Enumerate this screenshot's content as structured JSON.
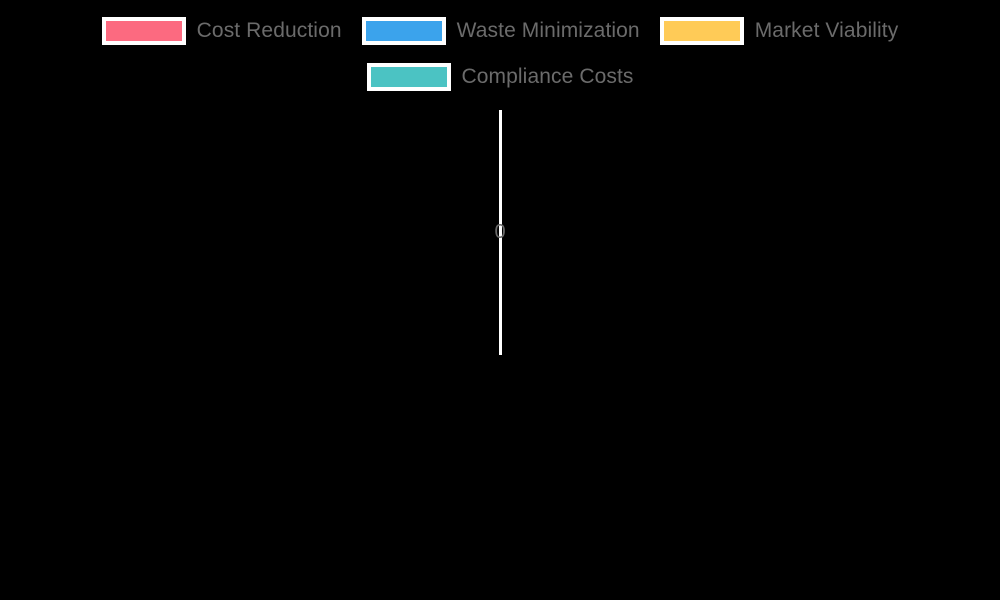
{
  "chart_data": {
    "type": "bar",
    "orientation": "horizontal-diverging",
    "title": "",
    "subtitle": "",
    "xlabel": "",
    "ylabel": "",
    "categories": [],
    "series": [
      {
        "name": "Cost Reduction",
        "color": "#fc6a80",
        "values": []
      },
      {
        "name": "Waste Minimization",
        "color": "#3ba3ec",
        "values": []
      },
      {
        "name": "Market Viability",
        "color": "#ffcb57",
        "values": []
      },
      {
        "name": "Compliance Costs",
        "color": "#4bc3c3",
        "values": []
      }
    ],
    "x_tick_labels": [
      "0"
    ],
    "y_tick_labels": [],
    "xlim": [
      0,
      0
    ],
    "grid": false,
    "legend_position": "top",
    "background": "#000000",
    "axis_line_color": "#ffffff",
    "tick_label_color": "#6b6b6b",
    "notes": "All series render with zero-length bars; only the legend and the zero baseline axis are visible."
  },
  "legend": {
    "rows": [
      {
        "items": [
          {
            "label": "Cost Reduction",
            "color": "#fc6a80",
            "swatch_border": "#ffffff"
          },
          {
            "label": "Waste Minimization",
            "color": "#3ba3ec",
            "swatch_border": "#ffffff"
          },
          {
            "label": "Market Viability",
            "color": "#ffcb57",
            "swatch_border": "#ffffff"
          }
        ]
      },
      {
        "items": [
          {
            "label": "Compliance Costs",
            "color": "#4bc3c3",
            "swatch_border": "#ffffff"
          }
        ]
      }
    ]
  },
  "axis": {
    "zero_tick_label": "0"
  },
  "theme": {
    "background": "#000000",
    "text": "#6b6b6b",
    "axis": "#ffffff"
  }
}
